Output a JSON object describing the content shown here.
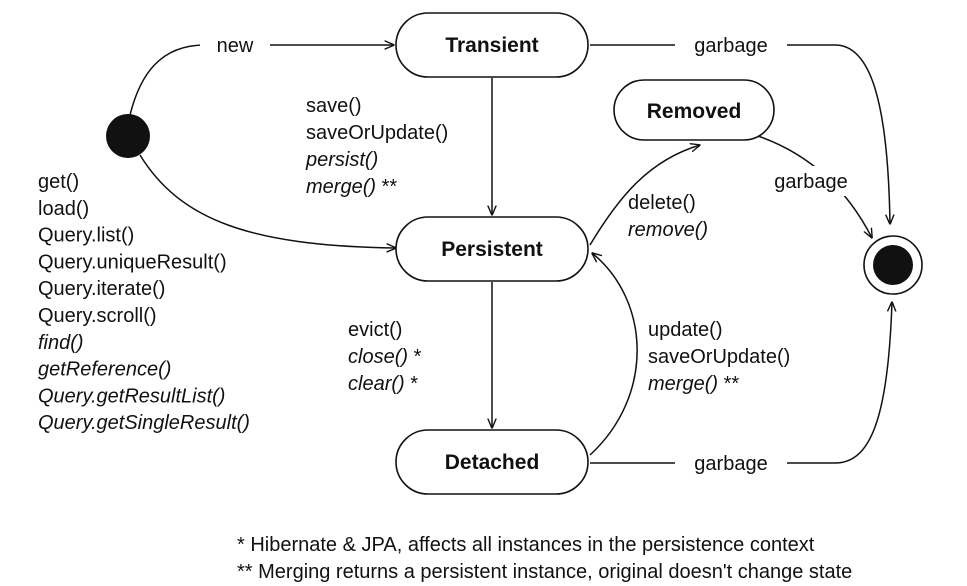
{
  "states": {
    "transient": "Transient",
    "persistent": "Persistent",
    "detached": "Detached",
    "removed": "Removed"
  },
  "transitions": {
    "new": "new",
    "garbage": "garbage",
    "to_persistent_from_transient": [
      {
        "text": "save()",
        "italic": false
      },
      {
        "text": "saveOrUpdate()",
        "italic": false
      },
      {
        "text": "persist()",
        "italic": true
      },
      {
        "text": "merge()",
        "italic": true,
        "suffix": " **"
      }
    ],
    "load_methods": [
      {
        "text": "get()",
        "italic": false
      },
      {
        "text": "load()",
        "italic": false
      },
      {
        "text": "Query.list()",
        "italic": false
      },
      {
        "text": "Query.uniqueResult()",
        "italic": false
      },
      {
        "text": "Query.iterate()",
        "italic": false
      },
      {
        "text": "Query.scroll()",
        "italic": false
      },
      {
        "text": "find()",
        "italic": true
      },
      {
        "text": "getReference()",
        "italic": true
      },
      {
        "text": "Query.getResultList()",
        "italic": true
      },
      {
        "text": "Query.getSingleResult()",
        "italic": true
      }
    ],
    "to_removed": [
      {
        "text": "delete()",
        "italic": false
      },
      {
        "text": "remove()",
        "italic": true
      }
    ],
    "to_detached": [
      {
        "text": "evict()",
        "italic": false
      },
      {
        "text": "close()",
        "italic": true,
        "suffix": " *"
      },
      {
        "text": "clear()",
        "italic": true,
        "suffix": " *"
      }
    ],
    "to_persistent_from_detached": [
      {
        "text": "update()",
        "italic": false
      },
      {
        "text": "saveOrUpdate()",
        "italic": false
      },
      {
        "text": "merge()",
        "italic": true,
        "suffix": " **"
      }
    ]
  },
  "footnotes": [
    "* Hibernate & JPA, affects all instances in the persistence context",
    "** Merging returns a persistent instance, original doesn't change state"
  ]
}
